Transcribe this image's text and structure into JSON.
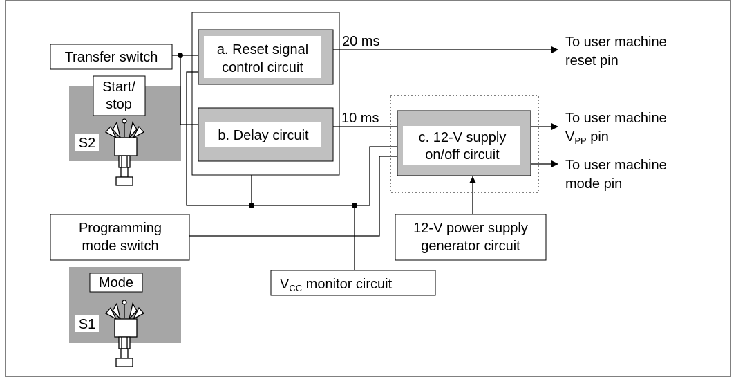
{
  "diagram": {
    "transfer_switch": "Transfer switch",
    "start_stop": {
      "line1": "Start/",
      "line2": "stop"
    },
    "s2": "S2",
    "reset_circuit": {
      "line1": "a. Reset signal",
      "line2": "control circuit"
    },
    "delay_circuit": "b. Delay circuit",
    "supply_circuit": {
      "line1": "c. 12-V supply",
      "line2": "on/off circuit"
    },
    "ms20": "20 ms",
    "ms10": "10 ms",
    "reset_pin": {
      "line1": "To user machine",
      "line2": "reset pin"
    },
    "vpp_pin": {
      "line1": "To user machine",
      "v": "V",
      "sub": "PP",
      "rest": " pin"
    },
    "mode_pin": {
      "line1": "To user machine",
      "line2": "mode pin"
    },
    "prog_switch": {
      "line1": "Programming",
      "line2": "mode switch"
    },
    "mode": "Mode",
    "s1": "S1",
    "vcc_monitor": {
      "v": "V",
      "sub": "CC",
      "rest": " monitor circuit"
    },
    "power_gen": {
      "line1": "12-V power supply",
      "line2": "generator circuit"
    }
  }
}
